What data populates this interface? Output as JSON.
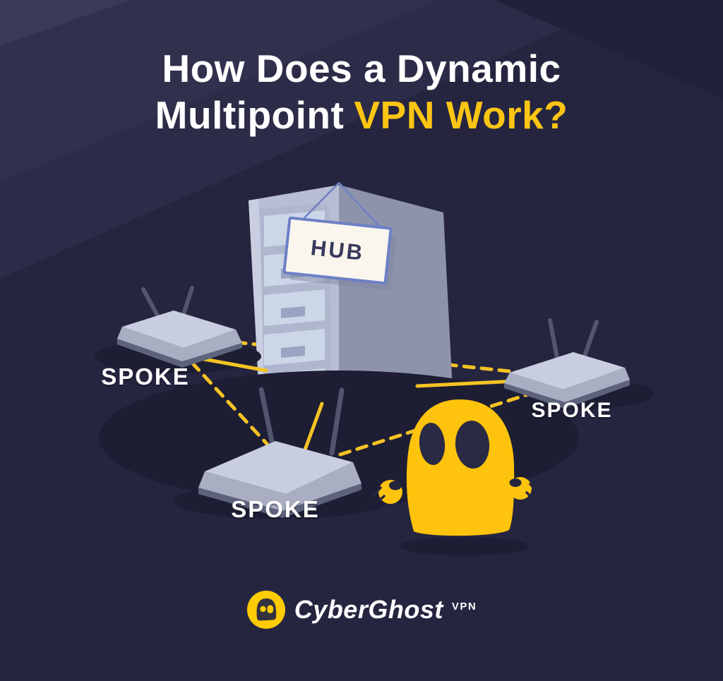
{
  "title": {
    "line1": "How Does a Dynamic",
    "line2_prefix": "Multipoint",
    "line2_highlight": "VPN Work?"
  },
  "diagram": {
    "hub": {
      "label": "HUB"
    },
    "spokes": [
      {
        "position": "left",
        "label": "SPOKE"
      },
      {
        "position": "bottom",
        "label": "SPOKE"
      },
      {
        "position": "right",
        "label": "SPOKE"
      }
    ]
  },
  "footer": {
    "brand_name": "CyberGhost",
    "brand_suffix": "VPN"
  },
  "colors": {
    "background": "#252540",
    "accent_yellow": "#FDC513",
    "line_yellow": "#F5C324",
    "ghost_yellow": "#FDC30D",
    "logo_yellow": "#FFCB05",
    "sign_blue": "#6C80C6",
    "hub_text_navy": "#39395C",
    "text_white": "#FFFFFF"
  }
}
